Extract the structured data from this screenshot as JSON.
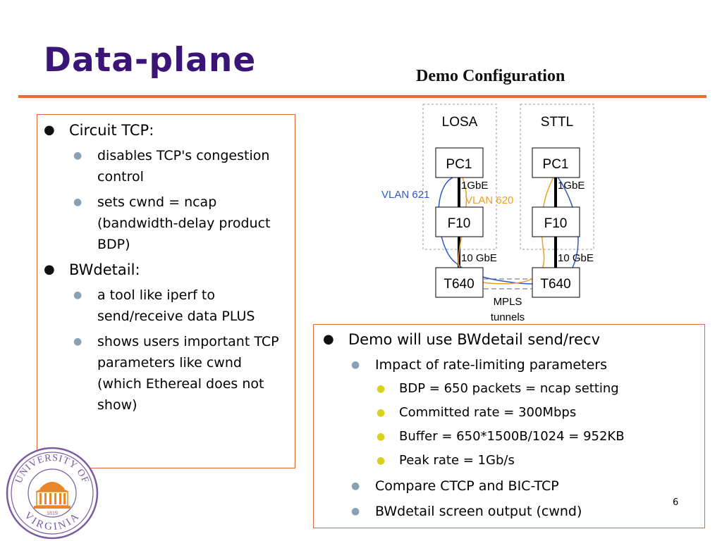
{
  "title": "Data-plane",
  "subtitle": "Demo Configuration",
  "left": {
    "items": [
      {
        "text": "Circuit TCP:",
        "sub": [
          "disables TCP's congestion control",
          "sets cwnd = ncap (bandwidth-delay product BDP)"
        ]
      },
      {
        "text": "BWdetail:",
        "sub": [
          "a tool like iperf to send/receive data PLUS",
          "shows users important TCP parameters like cwnd (which Ethereal does not show)"
        ]
      }
    ]
  },
  "right": {
    "main": "Demo will use BWdetail send/recv",
    "sub1": "Impact of rate-limiting parameters",
    "sub1_items": [
      "BDP = 650 packets = ncap setting",
      "Committed rate = 300Mbps",
      "Buffer = 650*1500B/1024 = 952KB",
      "Peak rate = 1Gb/s"
    ],
    "sub2": "Compare CTCP and BIC-TCP",
    "sub3": "BWdetail screen output (cwnd)"
  },
  "diagram": {
    "site_losa": "LOSA",
    "site_sttl": "STTL",
    "pc1": "PC1",
    "f10": "F10",
    "t640": "T640",
    "link_1gbe": "1GbE",
    "link_10gbe": "10 GbE",
    "vlan621": "VLAN 621",
    "vlan620": "VLAN 620",
    "mpls_line1": "MPLS",
    "mpls_line2": "tunnels",
    "colors": {
      "vlan621": "#2f58c8",
      "vlan620": "#f0a020"
    }
  },
  "seal": {
    "top": "UNIVERSITY OF",
    "bottom": "VIRGINIA",
    "year": "1819"
  },
  "page_number": "6",
  "colors": {
    "title": "#3b1478",
    "rule": "#f06a2a",
    "box_border": "#e06a3a",
    "seal": "#7a5aa0",
    "seal_fill": "#e8872c"
  }
}
